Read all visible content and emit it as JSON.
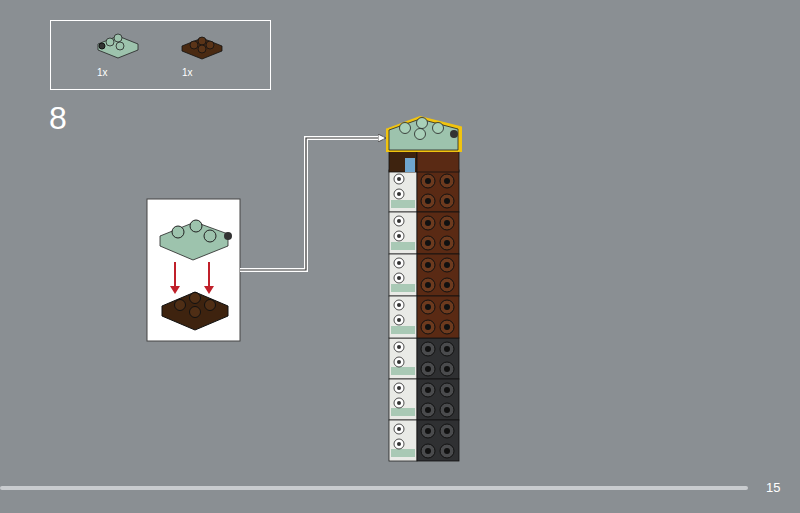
{
  "diagram": {
    "nodes": [
      {
        "text": [
          "1x",
          "1x"
        ]
      }
    ],
    "labels": [
      "8",
      "15"
    ]
  }
}
